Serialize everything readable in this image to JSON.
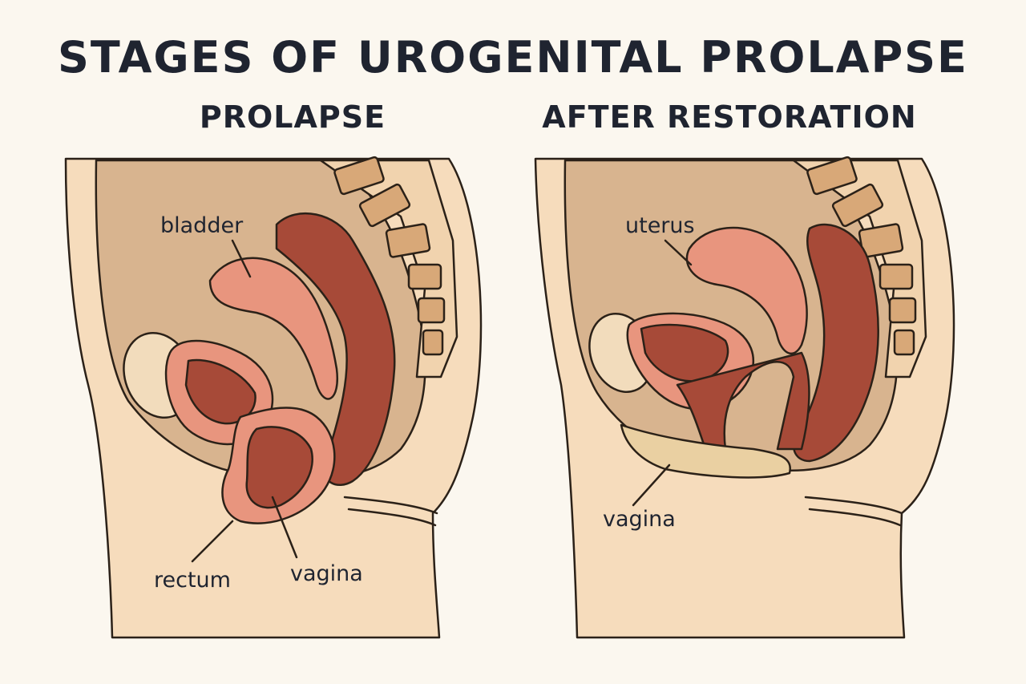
{
  "title": "STAGES OF UROGENITAL PROLAPSE",
  "panels": [
    {
      "heading": "PROLAPSE",
      "labels": {
        "bladder": "bladder",
        "rectum": "rectum",
        "vagina": "vagina"
      }
    },
    {
      "heading": "AFTER RESTORATION",
      "labels": {
        "uterus": "uterus",
        "vagina": "vagina"
      }
    }
  ],
  "colors": {
    "background": "#fbf7ef",
    "skin": "#f6dcbc",
    "cavity": "#d8b48f",
    "outline": "#2b2118",
    "organ_light": "#e8957e",
    "organ_dark": "#a74a38",
    "bone": "#d8a878"
  }
}
